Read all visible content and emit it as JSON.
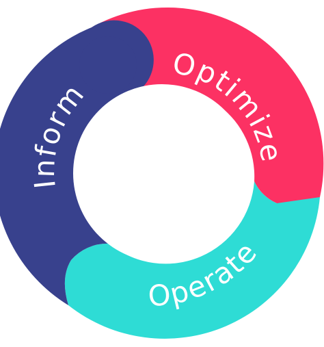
{
  "segments": [
    {
      "id": "inform",
      "label": "Inform",
      "color": "#38418D"
    },
    {
      "id": "optimize",
      "label": "Optimize",
      "color": "#FC3163"
    },
    {
      "id": "operate",
      "label": "Operate",
      "color": "#2EDCD5"
    }
  ],
  "colors": {
    "background": "#FFFFFF",
    "inner_hole": "#FFFFFF",
    "text": "#FFFFFF"
  }
}
